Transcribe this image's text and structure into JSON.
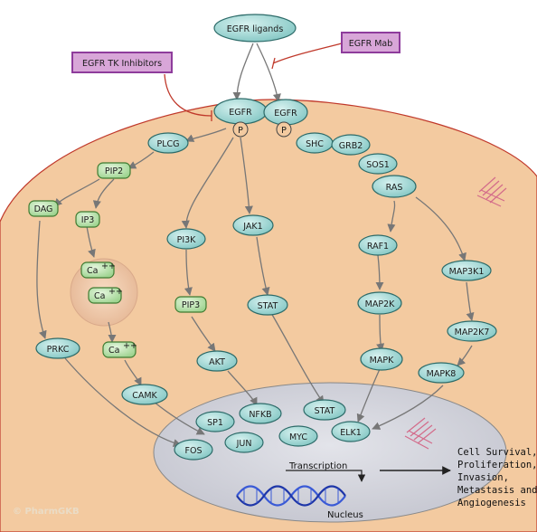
{
  "ligands": "EGFR ligands",
  "inhibitors": {
    "tk": "EGFR TK Inhibitors",
    "mab": "EGFR Mab"
  },
  "receptor": {
    "left": "EGFR",
    "right": "EGFR",
    "phospho": "P"
  },
  "nodes": {
    "plcg": "PLCG",
    "pip2": "PIP2",
    "dag": "DAG",
    "ip3": "IP3",
    "ca1": "Ca",
    "ca2": "Ca",
    "ca3": "Ca",
    "ca_sup": "++",
    "prkc": "PRKC",
    "camk": "CAMK",
    "pi3k": "PI3K",
    "pip3": "PIP3",
    "akt": "AKT",
    "jak1": "JAK1",
    "stat1": "STAT",
    "shc": "SHC",
    "grb2": "GRB2",
    "sos1": "SOS1",
    "ras": "RAS",
    "raf1": "RAF1",
    "map2k": "MAP2K",
    "mapk": "MAPK",
    "map3k1": "MAP3K1",
    "map2k7": "MAP2K7",
    "mapk8": "MAPK8"
  },
  "nucleus": {
    "label": "Nucleus",
    "transcription": "Transcription",
    "sp1": "SP1",
    "nfkb": "NFKB",
    "stat": "STAT",
    "fos": "FOS",
    "jun": "JUN",
    "myc": "MYC",
    "elk1": "ELK1"
  },
  "outcomes": [
    "Cell Survival,",
    "Proliferation,",
    "Invasion,",
    "Metastasis and",
    "Angiogenesis"
  ],
  "credit": "© PharmGKB",
  "colors": {
    "cell": "#f3caa0",
    "cell_edge": "#c0392b",
    "nucleus": "#d7d8df",
    "teal": "#9ed8d6",
    "green": "#bfe5b4",
    "inhibitor": "#d8a6d8",
    "inhibitor_edge": "#8e3c9c",
    "arrow": "#777777",
    "block": "#c0392b"
  }
}
